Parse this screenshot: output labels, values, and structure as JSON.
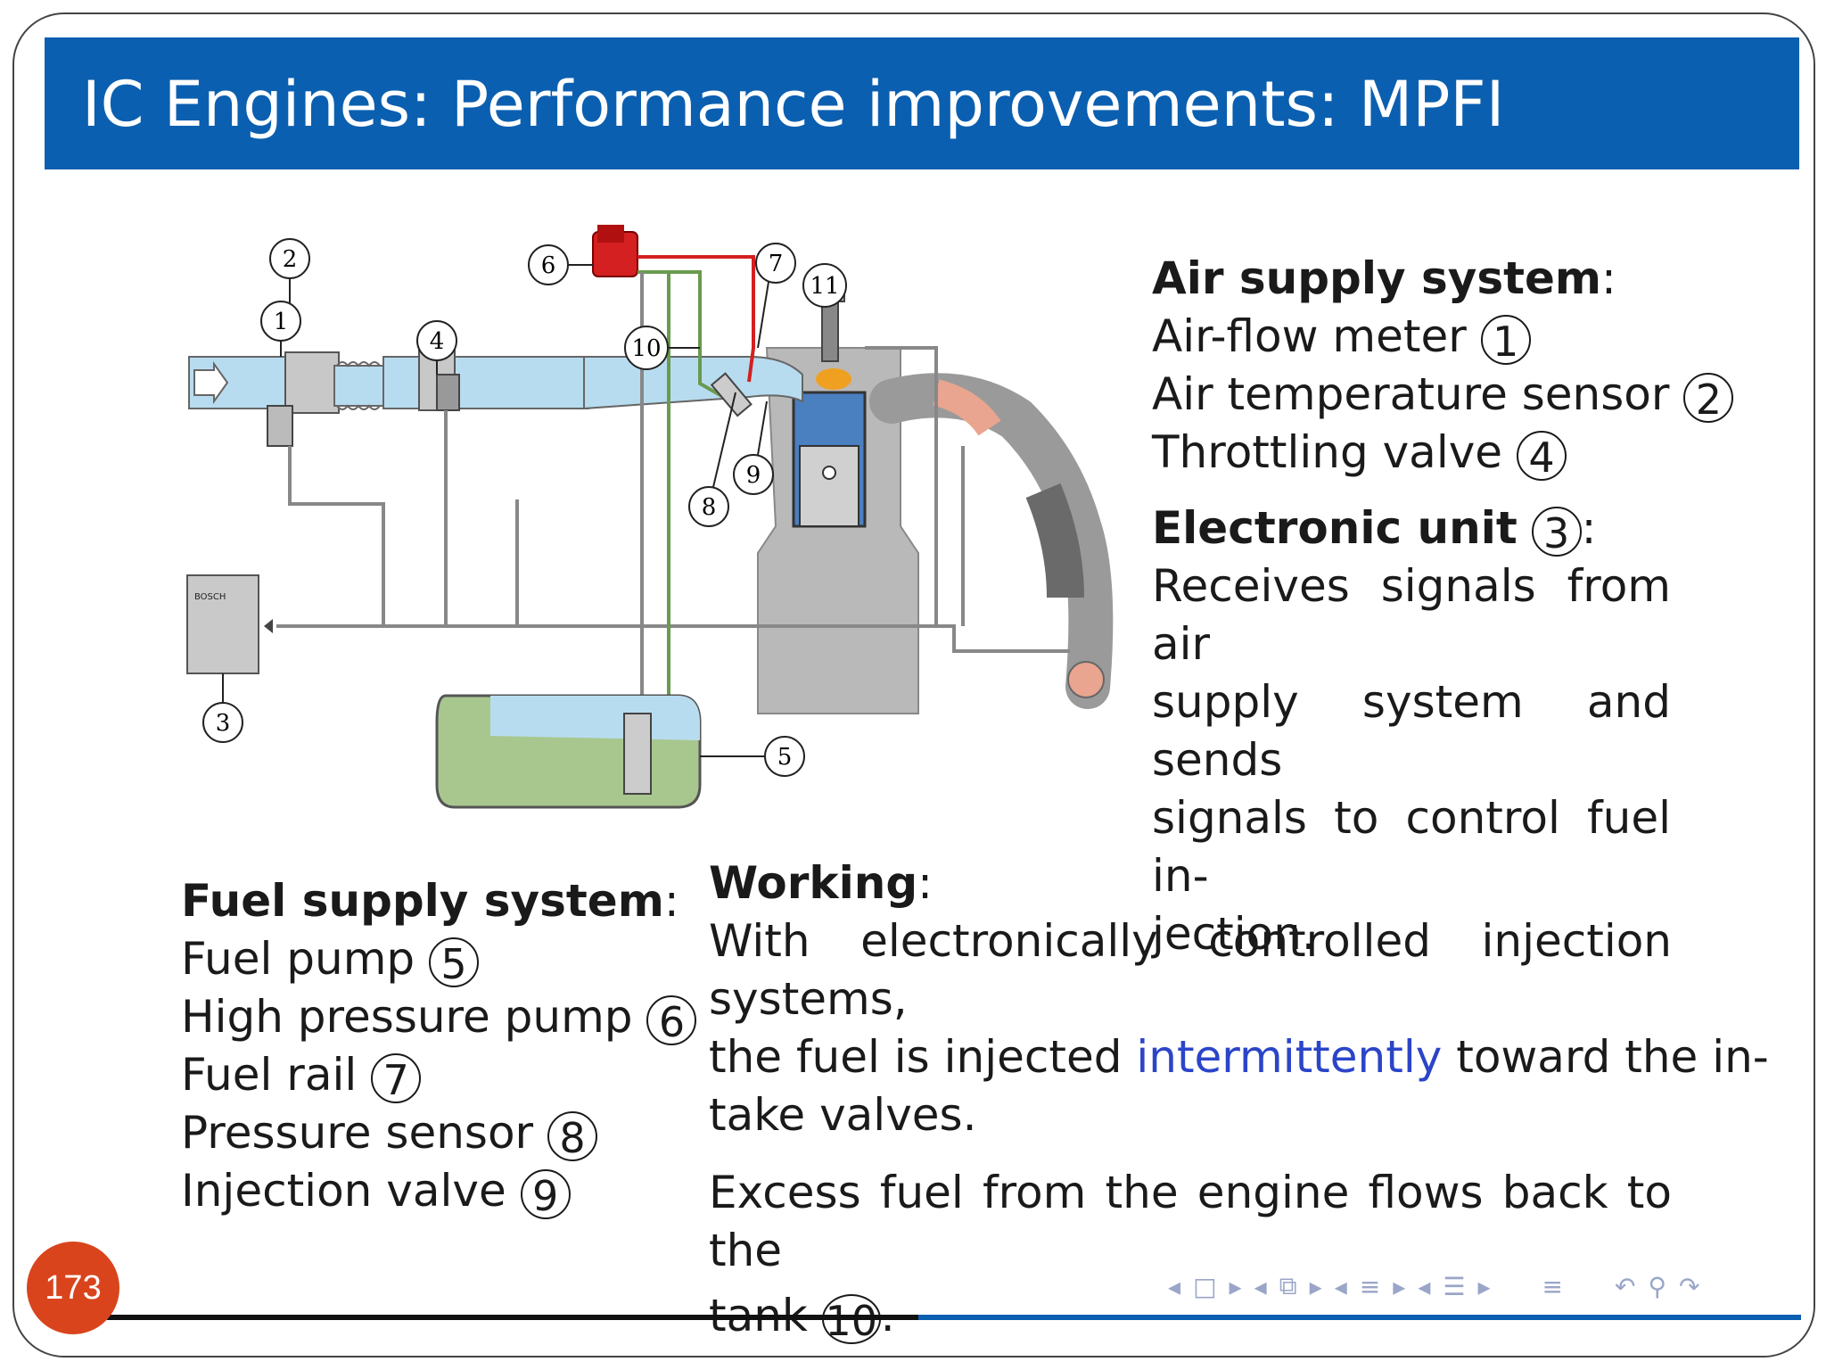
{
  "title": "IC Engines:  Performance improvements:  MPFI",
  "page_number": "173",
  "diagram": {
    "callouts": [
      "1",
      "2",
      "3",
      "4",
      "5",
      "6",
      "7",
      "8",
      "9",
      "10",
      "11"
    ],
    "unit_label": "BOSCH"
  },
  "air_supply": {
    "heading": "Air supply system",
    "items": [
      {
        "label": "Air-flow meter",
        "num": "1"
      },
      {
        "label": "Air temperature sensor",
        "num": "2"
      },
      {
        "label": "Throttling valve",
        "num": "4"
      }
    ]
  },
  "electronic_unit": {
    "heading": "Electronic unit",
    "num": "3",
    "lines": [
      "Receives signals from air",
      "supply system and sends",
      "signals to control fuel in-",
      "jection."
    ]
  },
  "fuel_supply": {
    "heading": "Fuel supply system",
    "items": [
      {
        "label": "Fuel pump",
        "num": "5"
      },
      {
        "label": "High pressure pump",
        "num": "6"
      },
      {
        "label": "Fuel rail",
        "num": "7"
      },
      {
        "label": "Pressure sensor",
        "num": "8"
      },
      {
        "label": "Injection valve",
        "num": "9"
      }
    ]
  },
  "working": {
    "heading": "Working",
    "line1": "With electronically controlled injection systems,",
    "line2_pre": "the fuel is injected ",
    "line2_highlight": "intermittently",
    "line2_post": " toward the in-",
    "line3": "take valves.",
    "excess_line1": "Excess fuel from the engine flows back to the",
    "excess_pre": "tank",
    "excess_num": "10",
    "excess_post": "."
  },
  "colors": {
    "title_bar": "#0b5fb0",
    "page_badge": "#d9441d",
    "highlight": "#2b45c8",
    "air_duct": "#b8dcef",
    "fuel": "#a8c78f",
    "pump": "#d42020",
    "exhaust": "#e9a58f"
  }
}
